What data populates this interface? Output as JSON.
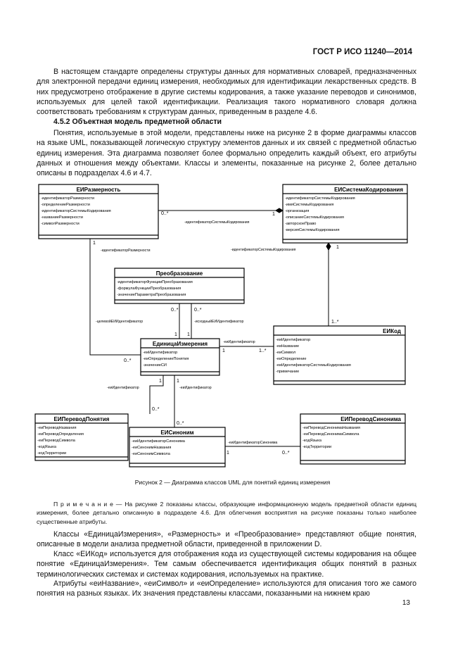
{
  "header": "ГОСТ Р ИСО 11240—2014",
  "paragraphs": {
    "p1": "В настоящем стандарте определены структуры данных для нормативных словарей, предназначенных для электронной передачи единиц измерения, необходимых для идентификации лекарственных средств. В них предусмотрено отображение в другие системы кодирования, а также указание переводов и синонимов, используемых для целей такой идентификации. Реализация такого нормативного словаря должна соответствовать требованиям к структурам данных, приведенным в разделе 4.6.",
    "subheading": "4.5.2 Объектная модель предметной области",
    "p2": "Понятия, используемые в этой модели, представлены ниже на рисунке 2 в форме диаграммы классов на языке UML, показывающей логическую структуру элементов данных и их связей с предметной областью единиц измерения. Эта диаграмма позволяет более формально определить каждый объект, его атрибуты данных и отношения между объектами. Классы и элементы, показанные на рисунке 2, более детально описаны в подразделах 4.6 и 4.7.",
    "caption": "Рисунок 2 — Диаграмма классов UML для понятий единиц измерения",
    "note": "П р и м е ч а н и е — На рисунке 2 показаны классы, образующие информационную модель предметной области единиц измерения, более детально описанную в подразделе 4.6. Для облегчения восприятия на рисунке показаны только наиболее существенные атрибуты.",
    "p3": "Классы «ЕдиницаИзмерения», «Размерность» и «Преобразование» представляют общие понятия, описанные в модели анализа предметной области, приведенной в приложении D.",
    "p4": "Класс «ЕИКод» используется для отображения кода из существующей системы кодирования на общее понятие «ЕдиницаИзмерения». Тем самым обеспечивается идентификация общих понятий в разных терминологических системах и системах кодирования, используемых на практике.",
    "p5": "Атрибуты «еиНазвание», «еиСимвол» и «еиОпределение» используются для описания того же самого понятия на разных языках. Их значения представлены классами, показанными на нижнем краю"
  },
  "page_number": "13",
  "diagram": {
    "classes": {
      "razm": {
        "name": "ЕИРазмерность",
        "attrs": [
          "-идентификаторРазмерности",
          "-определениеРазмерности",
          "-идентификаторСистемыКодирования",
          "-названиеРазмерности",
          "-символРазмерности"
        ]
      },
      "sys": {
        "name": "ЕИСистемаКодирования",
        "attrs": [
          "-идентификаторСистемыКодирования",
          "-имяСистемыКодирования",
          "-организация",
          "-описаниеСистемыКодирования",
          "-авторскоеПраво",
          "-версияСистемыКодирования"
        ]
      },
      "preob": {
        "name": "Преобразование",
        "attrs": [
          "-идентификаторФункцииПреобразования",
          "-формулаФункцииПреобразования",
          "-значениеПараметраПреобразования"
        ]
      },
      "unit": {
        "name": "ЕдиницаИзмерения",
        "attrs": [
          "-еиИдентификатор",
          "-еиОпределениеПонятия",
          "-значениеСИ"
        ]
      },
      "kod": {
        "name": "ЕИКод",
        "attrs": [
          "-еиИдентификатор",
          "-еиНазвание",
          "-еиСимвол",
          "-еиОпределение",
          "-еиИдентификаторСистемыКодирования",
          "-примечание"
        ]
      },
      "perevod": {
        "name": "ЕИПереводПонятия",
        "attrs": [
          "-еиПереводНазвания",
          "-еиПереводОпределения",
          "-еиПереводСимвола",
          "-кодЯзыка",
          "-кодТерритории"
        ]
      },
      "sinonim": {
        "name": "ЕИСиноним",
        "attrs": [
          "-еиИдентификаторСинонима",
          "-еиСинонимНазвания",
          "-еиСинонимСимвола"
        ]
      },
      "persin": {
        "name": "ЕИПереводСинонима",
        "attrs": [
          "-еиПереводСинонимаНазвания",
          "-еиПереводСинонимаСимвола",
          "-кодЯзыка",
          "-кодТерритории"
        ]
      }
    },
    "labels": {
      "l_sys_razm": "-идентификаторСистемыКодирования",
      "l_sys_kod": "-идентификаторСистемыКодирования",
      "l_razm_unit": "-идентификаторРазмерности",
      "l_unit_preob1": "-целевойЕИИдентификатор",
      "l_unit_preob2": "-исходныйЕИИдентификатор",
      "l_unit_kod": "-еиИдентификатор",
      "l_unit_perevod": "-еиИдентификатор",
      "l_unit_sinonim": "-еиИдентификатор",
      "l_sinonim_persin": "-еиИдентификаторСинонима"
    },
    "multiplicities": {
      "m_razm_sys": "0..*",
      "m_sys_razm": "1",
      "m_sys_kod": "1",
      "m_kod_sys": "1..*",
      "m_razm_down": "1",
      "m_preob_left": "0..*",
      "m_preob_right": "0..*",
      "m_unit_razm": "0..*",
      "m_unit_left1": "1",
      "m_unit_left2": "1",
      "m_unit_kod": "1",
      "m_kod_unit": "1..*",
      "m_unit_b1": "1",
      "m_unit_b2": "1",
      "m_perevod": "0..*",
      "m_sinonim_top": "0..*",
      "m_sinonim_right": "1",
      "m_persin": "0..*"
    }
  }
}
